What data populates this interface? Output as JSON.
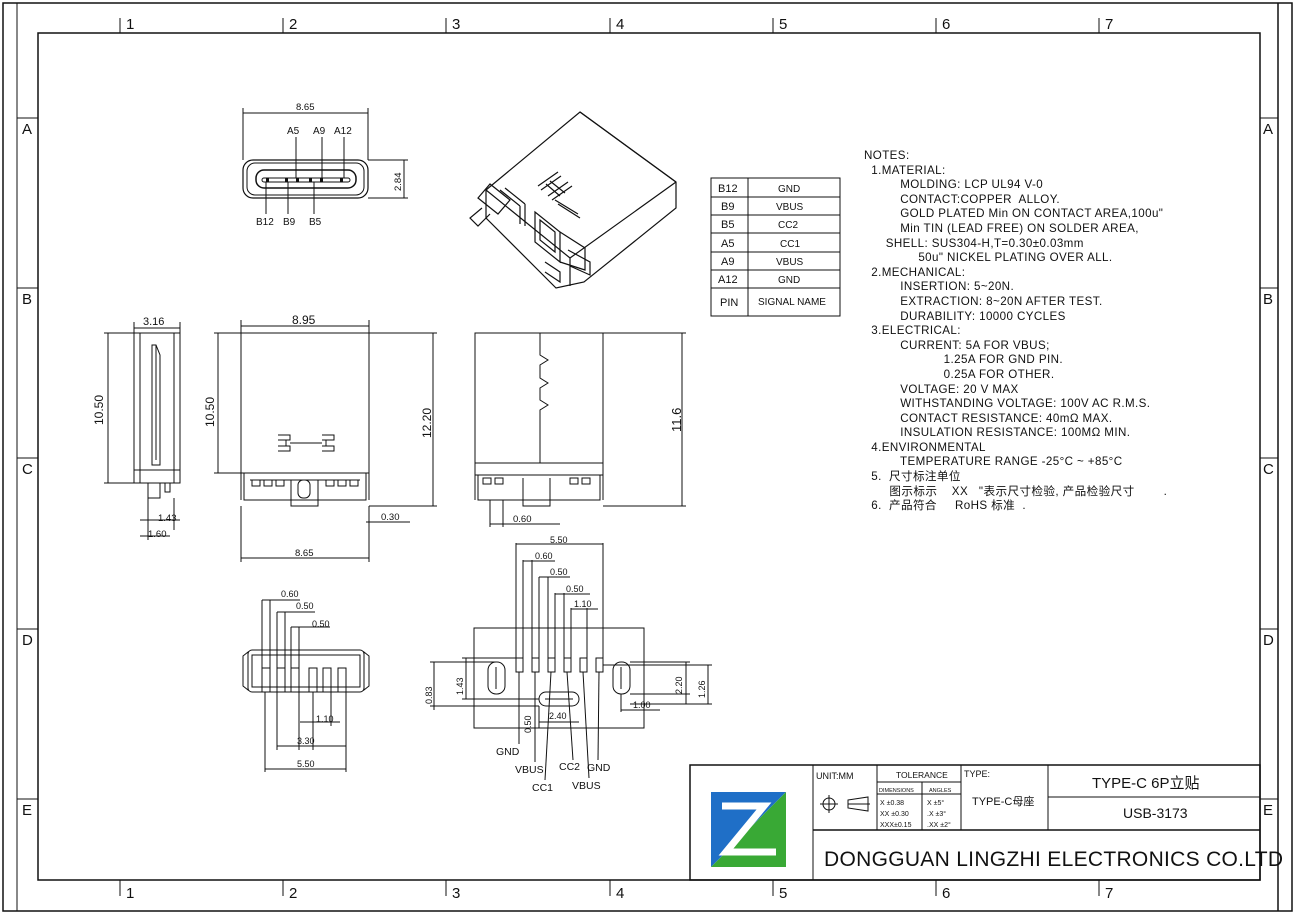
{
  "frame": {
    "columns": [
      "1",
      "2",
      "3",
      "4",
      "5",
      "6",
      "7"
    ],
    "rows": [
      "A",
      "B",
      "C",
      "D",
      "E"
    ]
  },
  "views": {
    "top_view": {
      "width": "8.65",
      "height": "2.84",
      "top_pins": [
        "A5",
        "A9",
        "A12"
      ],
      "bottom_pins": [
        "B12",
        "B9",
        "B5"
      ]
    },
    "side_view": {
      "width": "3.16",
      "height": "10.50",
      "d1": "1.43",
      "d2": "1.60"
    },
    "front_view": {
      "width": "8.95",
      "height": "10.50",
      "total": "12.20",
      "bottom_width": "8.65",
      "offset": "0.30"
    },
    "back_view": {
      "height": "11.6",
      "offset": "0.60"
    },
    "bottom_view": {
      "d1": "0.60",
      "d2": "0.50",
      "d3": "0.50",
      "d4": "1.10",
      "d5": "3.30",
      "d6": "5.50"
    },
    "footprint": {
      "top": [
        "5.50",
        "0.60",
        "0.50",
        "0.50",
        "1.10"
      ],
      "left": [
        "0.83",
        "1.43"
      ],
      "right": [
        "2.20",
        "1.26",
        "1.00"
      ],
      "bottom": [
        "0.50",
        "2.40"
      ],
      "pins": [
        "GND",
        "VBUS",
        "CC1",
        "CC2",
        "VBUS",
        "GND"
      ]
    }
  },
  "pin_table": {
    "rows": [
      {
        "pin": "B12",
        "signal": "GND"
      },
      {
        "pin": "B9",
        "signal": "VBUS"
      },
      {
        "pin": "B5",
        "signal": "CC2"
      },
      {
        "pin": "A5",
        "signal": "CC1"
      },
      {
        "pin": "A9",
        "signal": "VBUS"
      },
      {
        "pin": "A12",
        "signal": "GND"
      }
    ],
    "header_pin": "PIN",
    "header_signal": "SIGNAL NAME"
  },
  "notes": [
    "NOTES:",
    "  1.MATERIAL:",
    "          MOLDING: LCP UL94 V-0",
    "          CONTACT:COPPER  ALLOY.",
    "          GOLD PLATED Min ON CONTACT AREA,100u\"",
    "          Min TIN (LEAD FREE) ON SOLDER AREA,",
    "      SHELL: SUS304-H,T=0.30±0.03mm",
    "               50u\" NICKEL PLATING OVER ALL.",
    "  2.MECHANICAL:",
    "          INSERTION: 5~20N.",
    "          EXTRACTION: 8~20N AFTER TEST.",
    "          DURABILITY: 10000 CYCLES",
    "  3.ELECTRICAL:",
    "          CURRENT: 5A FOR VBUS;",
    "                      1.25A FOR GND PIN.",
    "                      0.25A FOR OTHER.",
    "          VOLTAGE: 20 V MAX",
    "          WITHSTANDING VOLTAGE: 100V AC R.M.S.",
    "          CONTACT RESISTANCE: 40mΩ MAX.",
    "          INSULATION RESISTANCE: 100MΩ MIN.",
    "  4.ENVIRONMENTAL",
    "          TEMPERATURE RANGE -25°C ~ +85°C",
    "  5.  尺寸标注单位",
    "       图示标示    XX   \"表示尺寸检验, 产品检验尺寸        .",
    "  6.  产品符合     RoHS 标准  ."
  ],
  "title_block": {
    "unit": "UNIT:MM",
    "tolerance_title": "TOLERANCE",
    "dimensions_label": "DIMENSIONS",
    "angles_label": "ANGLES",
    "tol_rows": [
      {
        "dim": "X  ±0.38",
        "ang": "X  ±5°"
      },
      {
        "dim": "XX ±0.30",
        "ang": ".X  ±3°"
      },
      {
        "dim": "XXX±0.15",
        "ang": ".XX ±2°"
      }
    ],
    "type_label": "TYPE:",
    "type_value": "TYPE-C母座",
    "product_title": "TYPE-C 6P立贴",
    "part_number": "USB-3173",
    "company": "DONGGUAN LINGZHI ELECTRONICS CO.LTD"
  },
  "colors": {
    "logo_blue": "#1f6fc7",
    "logo_green": "#39a935",
    "line": "#111111"
  }
}
